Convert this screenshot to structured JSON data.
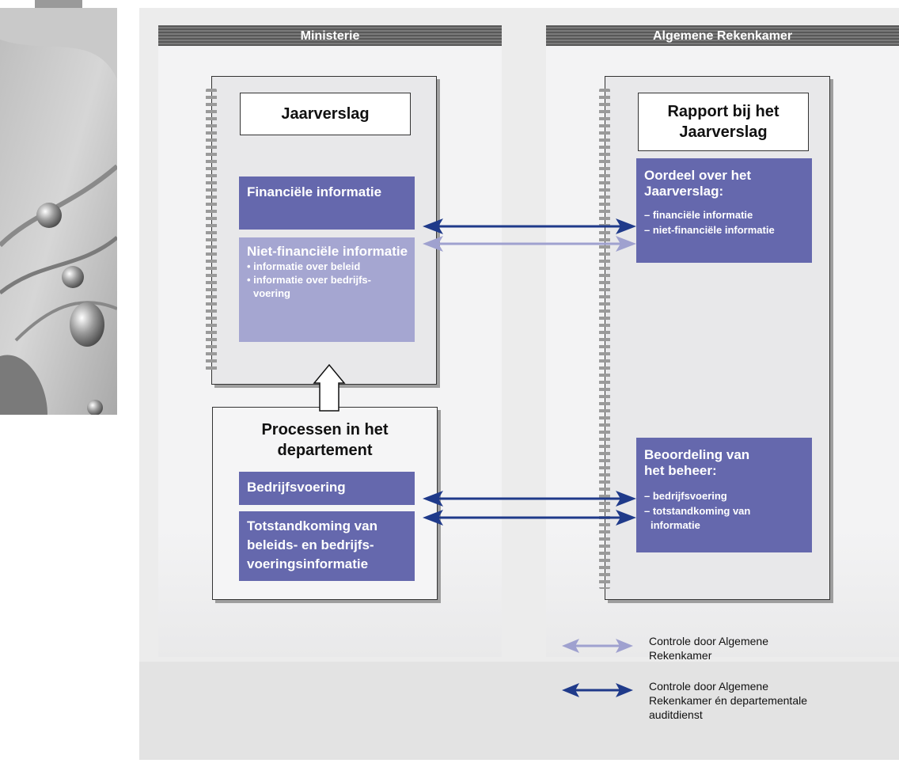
{
  "columns": {
    "left_title": "Ministerie",
    "right_title": "Algemene Rekenkamer"
  },
  "jaarverslag": {
    "title": "Jaarverslag",
    "financial_title": "Financiële informatie",
    "nonfinancial_title": "Niet-financiële informatie",
    "nonfinancial_items": [
      "• informatie over beleid",
      "• informatie over bedrijfs-",
      "voering"
    ]
  },
  "processen": {
    "title_line1": "Processen in het",
    "title_line2": "departement",
    "item1": "Bedrijfsvoering",
    "item2_lines": [
      "Totstandkoming van",
      "beleids- en bedrijfs-",
      "voeringsinformatie"
    ]
  },
  "rapport": {
    "title_line1": "Rapport bij het",
    "title_line2": "Jaarverslag",
    "oordeel_title_lines": [
      "Oordeel over het",
      "Jaarverslag:"
    ],
    "oordeel_items": [
      "– financiële informatie",
      "– niet-financiële informatie"
    ],
    "beoordeling_title_lines": [
      "Beoordeling van",
      "het beheer:"
    ],
    "beoordeling_items": [
      "– bedrijfsvoering",
      "– totstandkoming van",
      "informatie"
    ]
  },
  "legend": {
    "light_lines": [
      "Controle door Algemene",
      "Rekenkamer"
    ],
    "dark_lines": [
      "Controle door Algemene",
      "Rekenkamer én departementale",
      "auditdienst"
    ]
  },
  "colors": {
    "dark_purple": "#6568ad",
    "light_purple": "#a5a6d1",
    "dark_arrow": "#1f3a8a",
    "light_arrow": "#9fa1cf"
  }
}
